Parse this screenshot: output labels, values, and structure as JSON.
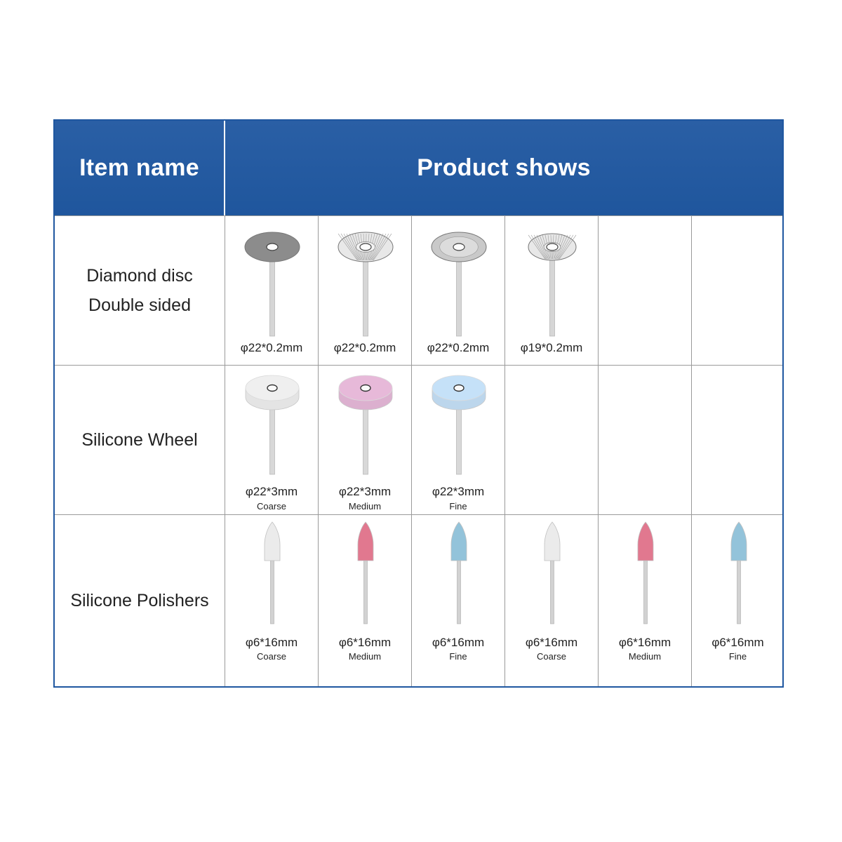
{
  "header": {
    "item_name": "Item name",
    "product_shows": "Product shows"
  },
  "rows": [
    {
      "name_lines": [
        "Diamond disc",
        "Double sided"
      ],
      "products": [
        {
          "type": "disc-gray",
          "size": "φ22*0.2mm",
          "grade": ""
        },
        {
          "type": "disc-pattern",
          "size": "φ22*0.2mm",
          "grade": ""
        },
        {
          "type": "disc-silver",
          "size": "φ22*0.2mm",
          "grade": ""
        },
        {
          "type": "disc-pattern-small",
          "size": "φ19*0.2mm",
          "grade": ""
        }
      ]
    },
    {
      "name_lines": [
        "Silicone Wheel"
      ],
      "products": [
        {
          "type": "wheel",
          "color": "#e4e4e4",
          "size": "φ22*3mm",
          "grade": "Coarse"
        },
        {
          "type": "wheel",
          "color": "#dcb0cf",
          "size": "φ22*3mm",
          "grade": "Medium"
        },
        {
          "type": "wheel",
          "color": "#bcd6ec",
          "size": "φ22*3mm",
          "grade": "Fine"
        }
      ]
    },
    {
      "name_lines": [
        "Silicone Polishers"
      ],
      "products": [
        {
          "type": "polisher",
          "color": "#ebebeb",
          "size": "φ6*16mm",
          "grade": "Coarse"
        },
        {
          "type": "polisher",
          "color": "#e1788f",
          "size": "φ6*16mm",
          "grade": "Medium"
        },
        {
          "type": "polisher",
          "color": "#93c3da",
          "size": "φ6*16mm",
          "grade": "Fine"
        },
        {
          "type": "polisher",
          "color": "#ebebeb",
          "size": "φ6*16mm",
          "grade": "Coarse"
        },
        {
          "type": "polisher",
          "color": "#e1788f",
          "size": "φ6*16mm",
          "grade": "Medium"
        },
        {
          "type": "polisher",
          "color": "#93c3da",
          "size": "φ6*16mm",
          "grade": "Fine"
        }
      ]
    }
  ]
}
